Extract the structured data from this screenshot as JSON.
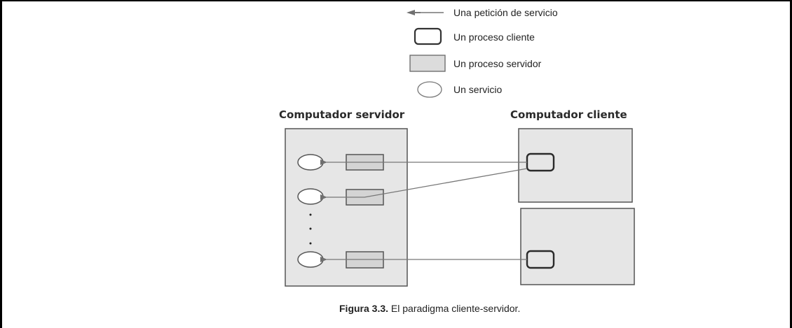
{
  "legend": {
    "items": [
      {
        "icon": "arrow-left-icon",
        "label": "Una petición de servicio"
      },
      {
        "icon": "rounded-rect-icon",
        "label": "Un proceso cliente"
      },
      {
        "icon": "gray-rect-icon",
        "label": "Un proceso servidor"
      },
      {
        "icon": "ellipse-icon",
        "label": "Un servicio"
      }
    ]
  },
  "server": {
    "title": "Computador servidor",
    "services": 3,
    "ellipsis": "· · ·"
  },
  "client": {
    "title": "Computador cliente",
    "computers": 2
  },
  "caption": {
    "bold": "Figura 3.3.",
    "text": " El paradigma cliente-servidor."
  },
  "colors": {
    "box_fill": "#e6e6e6",
    "server_proc_fill": "#d6d6d6",
    "stroke": "#555555",
    "client_stroke": "#222222",
    "arrow": "#777777"
  }
}
